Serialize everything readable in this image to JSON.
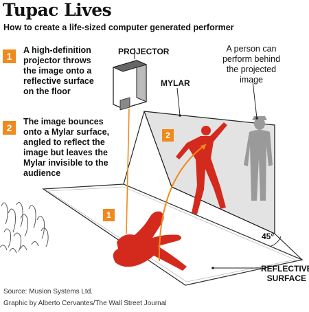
{
  "title": "Tupac Lives",
  "subtitle": "How to create a life-sized computer generated performer",
  "steps": [
    {
      "number": "1",
      "text_lines": [
        "A high-definition",
        "projector throws",
        "the image onto a",
        "reflective surface",
        "on the floor"
      ]
    },
    {
      "number": "2",
      "text_lines": [
        "The image bounces",
        "onto a Mylar surface,",
        "angled to reflect the",
        "image but leaves the",
        "Mylar invisible to the",
        "audience"
      ]
    }
  ],
  "labels": {
    "projector": "PROJECTOR",
    "mylar": "MYLAR",
    "person_lines": [
      "A person can",
      "perform behind",
      "the projected",
      "image"
    ],
    "reflective_lines": [
      "REFLECTIVE",
      "SURFACE"
    ],
    "angle": "45°",
    "marker_1": "1",
    "marker_2": "2"
  },
  "credits": {
    "source": "Source: Musion Systems Ltd.",
    "graphic": "Graphic by Alberto Cervantes/The Wall Street Journal"
  },
  "colors": {
    "accent_orange": "#f08a1c",
    "figure_red": "#d42a1e",
    "mylar_grey": "#d9d9d9",
    "person_grey": "#9a9a9a",
    "floor": "#ffffff"
  }
}
